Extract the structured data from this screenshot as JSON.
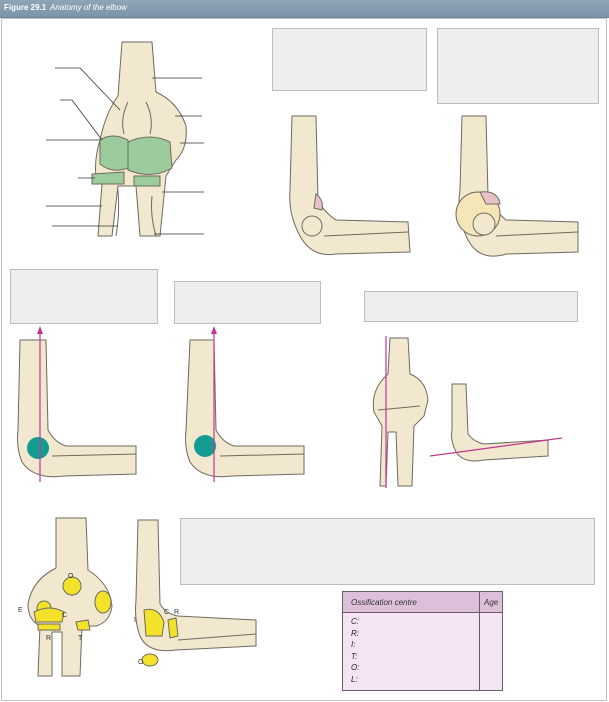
{
  "figure": {
    "label": "Figure 29.1",
    "caption": "Anatomy of the elbow"
  },
  "table": {
    "col1": "Ossification centre",
    "col2": "Age",
    "rows": [
      "C:",
      "R:",
      "I:",
      "T:",
      "O:",
      "L:"
    ]
  },
  "ossification_labels": {
    "front": [
      "O",
      "E",
      "C",
      "R",
      "T"
    ],
    "side": [
      "I",
      "C",
      "R",
      "O"
    ]
  },
  "colors": {
    "bone": "#f2e8cf",
    "cartilage": "#9ccc9e",
    "line": "#c0388e",
    "ossification": "#f2e32a",
    "effusion": "#e7c3c8",
    "circle": "#149c92"
  }
}
